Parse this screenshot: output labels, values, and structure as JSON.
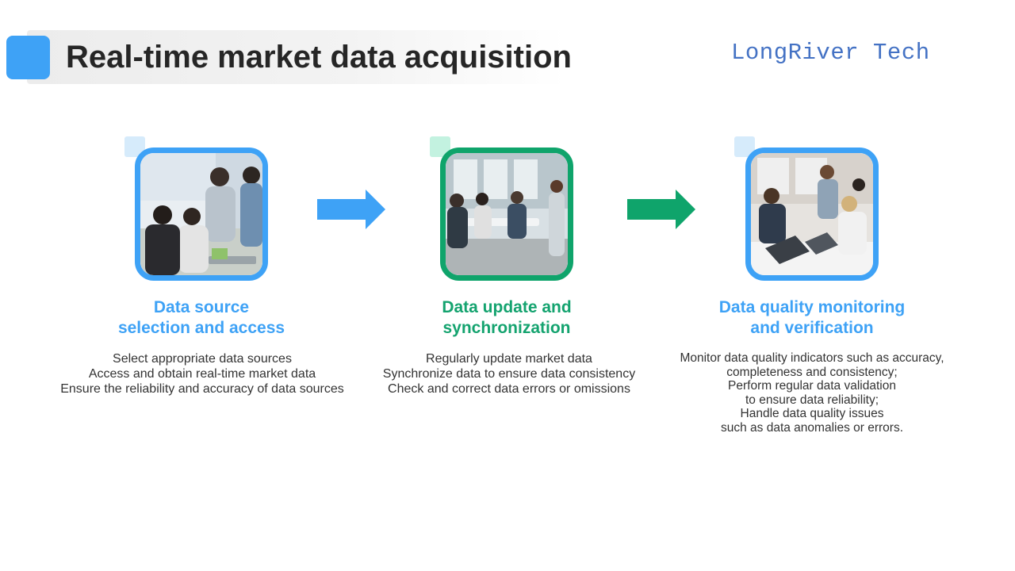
{
  "header": {
    "title": "Real-time market data acquisition",
    "brand": "LongRiver Tech"
  },
  "colors": {
    "accent_blue": "#3ea2f6",
    "accent_green": "#0fa46b",
    "heading_blue": "#3ea2f6",
    "heading_green": "#14a36f",
    "brand_blue": "#4472c4",
    "title_text": "#262626"
  },
  "steps": [
    {
      "heading_lines": [
        "Data source",
        "selection and access"
      ],
      "description_lines": [
        "Select appropriate data sources",
        "Access and obtain real-time market data",
        "Ensure the reliability and accuracy of data sources"
      ],
      "image": "team-around-laptop-photo",
      "frame_color": "blue"
    },
    {
      "heading_lines": [
        "Data update and",
        "synchronization"
      ],
      "description_lines": [
        "Regularly update market data",
        "Synchronize data to ensure data consistency",
        "Check and correct data errors or omissions"
      ],
      "image": "office-meeting-photo",
      "frame_color": "green"
    },
    {
      "heading_lines": [
        "Data quality monitoring",
        "and verification"
      ],
      "description_lines": [
        "Monitor data quality indicators such as accuracy,",
        "completeness and consistency;",
        "Perform regular data validation",
        "to ensure data reliability;",
        "Handle data quality issues",
        "such as data anomalies or errors."
      ],
      "image": "business-team-laptops-photo",
      "frame_color": "blue"
    }
  ],
  "arrows": [
    {
      "icon": "right-arrow-icon",
      "color": "#3ea2f6"
    },
    {
      "icon": "right-arrow-icon",
      "color": "#0fa46b"
    }
  ]
}
